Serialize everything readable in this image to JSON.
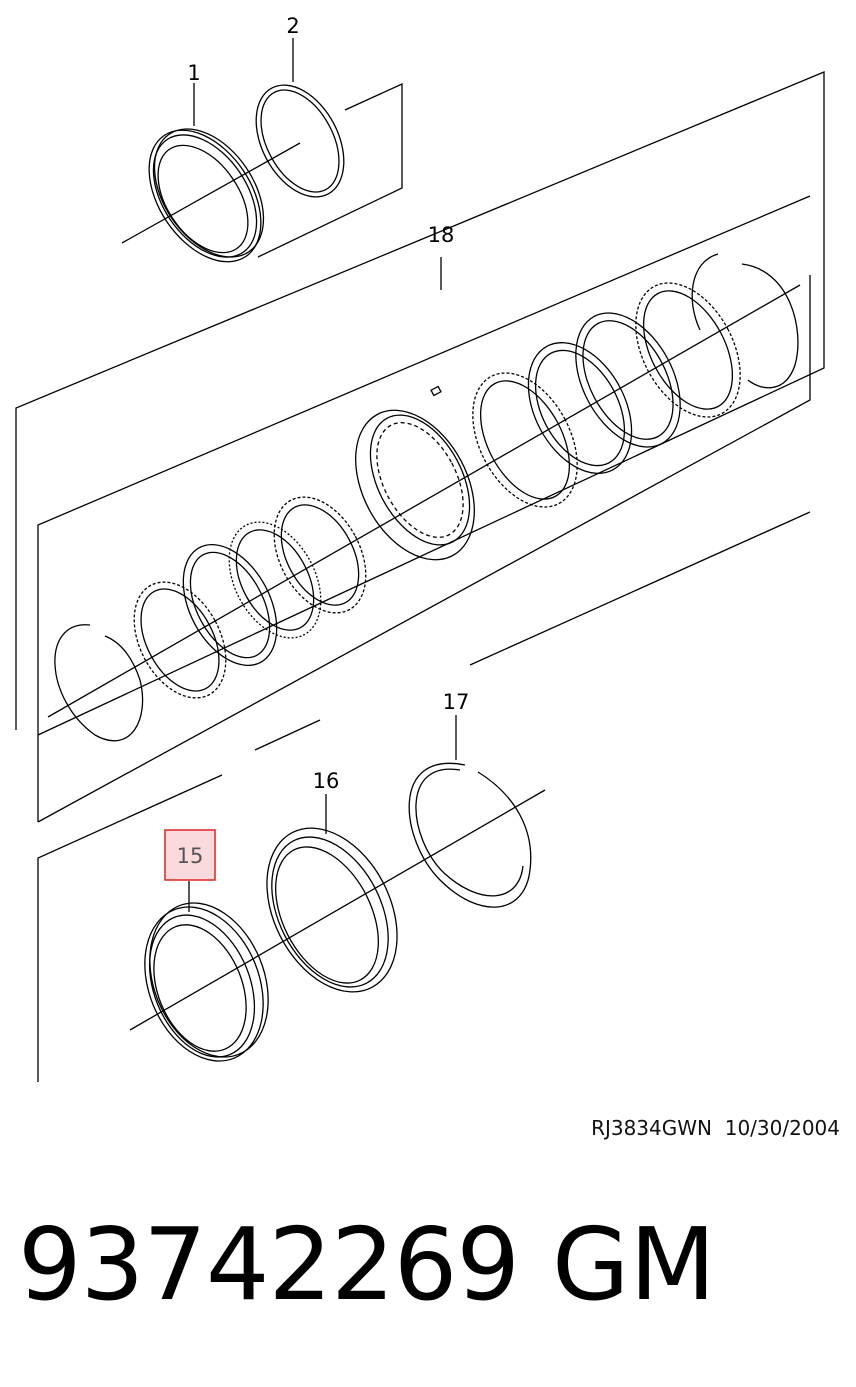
{
  "diagram": {
    "callouts": {
      "c1": "1",
      "c2": "2",
      "c15": "15",
      "c16": "16",
      "c17": "17",
      "c18": "18"
    },
    "highlight_color": "#e03030",
    "highlight_fill": "#fadadd"
  },
  "footer": {
    "drawing_id": "RJ3834GWN",
    "date": "10/30/2004",
    "part_number": "93742269",
    "brand": "GM"
  }
}
